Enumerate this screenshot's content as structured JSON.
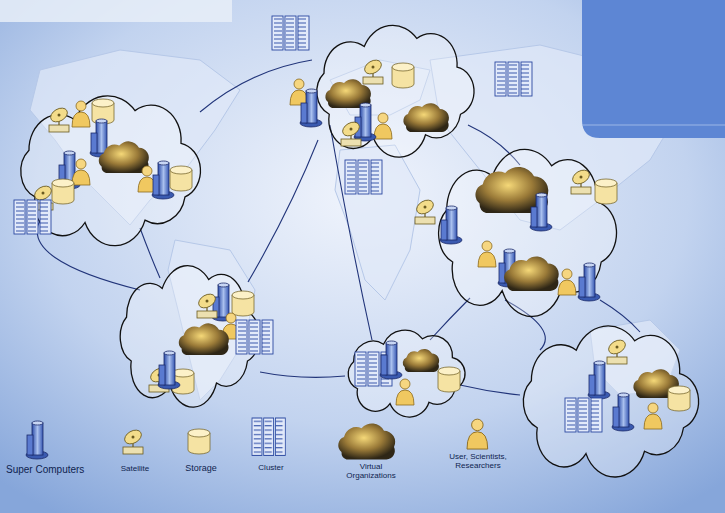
{
  "diagram": {
    "legend": [
      {
        "text": "Super Computers"
      },
      {
        "text": "Satellite"
      },
      {
        "text": "Storage"
      },
      {
        "text": "Cluster"
      },
      {
        "text": "Virtual Organizations"
      },
      {
        "text": "User, Scientists, Researchers"
      }
    ]
  }
}
